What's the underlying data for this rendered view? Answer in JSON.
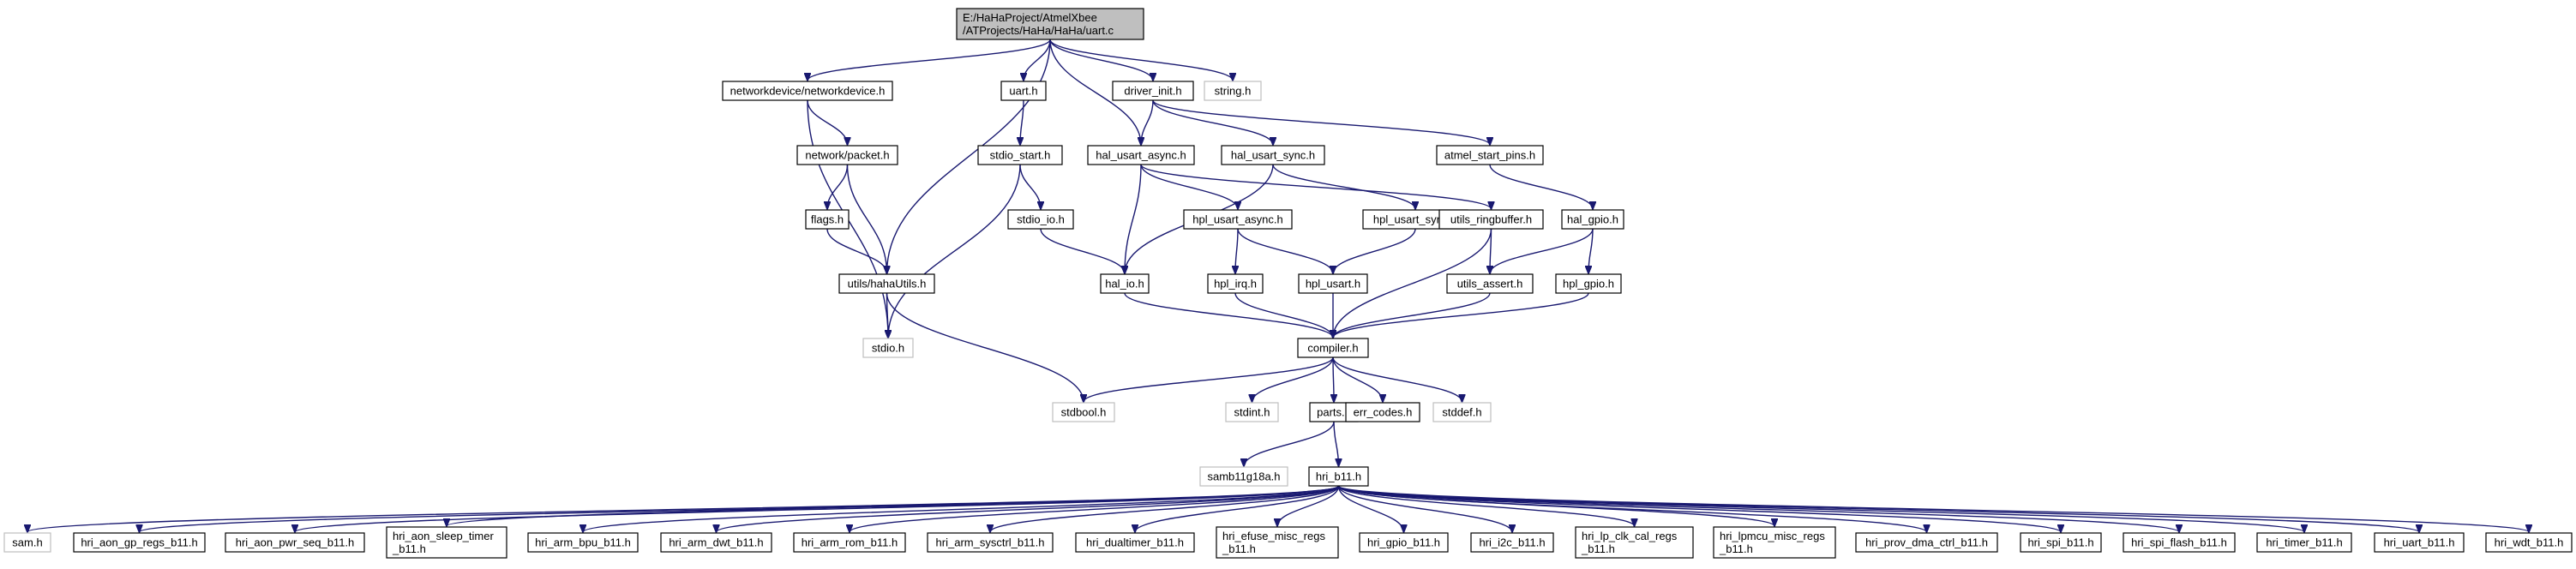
{
  "graph": {
    "nodes": [
      {
        "id": "uart_c",
        "lines": [
          "E:/HaHaProject/AtmelXbee",
          "/ATProjects/HaHa/HaHa/uart.c"
        ],
        "kind": "root"
      },
      {
        "id": "networkdevice_h",
        "lines": [
          "networkdevice/networkdevice.h"
        ],
        "kind": "file"
      },
      {
        "id": "uart_h",
        "lines": [
          "uart.h"
        ],
        "kind": "file"
      },
      {
        "id": "driver_init_h",
        "lines": [
          "driver_init.h"
        ],
        "kind": "file"
      },
      {
        "id": "string_h",
        "lines": [
          "string.h"
        ],
        "kind": "external"
      },
      {
        "id": "packet_h",
        "lines": [
          "network/packet.h"
        ],
        "kind": "file"
      },
      {
        "id": "stdio_start_h",
        "lines": [
          "stdio_start.h"
        ],
        "kind": "file"
      },
      {
        "id": "hal_usart_async_h",
        "lines": [
          "hal_usart_async.h"
        ],
        "kind": "file"
      },
      {
        "id": "hal_usart_sync_h",
        "lines": [
          "hal_usart_sync.h"
        ],
        "kind": "file"
      },
      {
        "id": "atmel_start_pins_h",
        "lines": [
          "atmel_start_pins.h"
        ],
        "kind": "file"
      },
      {
        "id": "flags_h",
        "lines": [
          "flags.h"
        ],
        "kind": "file"
      },
      {
        "id": "stdio_io_h",
        "lines": [
          "stdio_io.h"
        ],
        "kind": "file"
      },
      {
        "id": "hpl_usart_async_h",
        "lines": [
          "hpl_usart_async.h"
        ],
        "kind": "file"
      },
      {
        "id": "hpl_usart_sync_h",
        "lines": [
          "hpl_usart_sync.h"
        ],
        "kind": "file"
      },
      {
        "id": "utils_ringbuffer_h",
        "lines": [
          "utils_ringbuffer.h"
        ],
        "kind": "file"
      },
      {
        "id": "hal_gpio_h",
        "lines": [
          "hal_gpio.h"
        ],
        "kind": "file"
      },
      {
        "id": "hahautils_h",
        "lines": [
          "utils/hahaUtils.h"
        ],
        "kind": "file"
      },
      {
        "id": "hal_io_h",
        "lines": [
          "hal_io.h"
        ],
        "kind": "file"
      },
      {
        "id": "hpl_irq_h",
        "lines": [
          "hpl_irq.h"
        ],
        "kind": "file"
      },
      {
        "id": "hpl_usart_h",
        "lines": [
          "hpl_usart.h"
        ],
        "kind": "file"
      },
      {
        "id": "utils_assert_h",
        "lines": [
          "utils_assert.h"
        ],
        "kind": "file"
      },
      {
        "id": "hpl_gpio_h",
        "lines": [
          "hpl_gpio.h"
        ],
        "kind": "file"
      },
      {
        "id": "stdio_h",
        "lines": [
          "stdio.h"
        ],
        "kind": "external"
      },
      {
        "id": "compiler_h",
        "lines": [
          "compiler.h"
        ],
        "kind": "file"
      },
      {
        "id": "stdbool_h",
        "lines": [
          "stdbool.h"
        ],
        "kind": "external"
      },
      {
        "id": "stdint_h",
        "lines": [
          "stdint.h"
        ],
        "kind": "external"
      },
      {
        "id": "parts_h",
        "lines": [
          "parts.h"
        ],
        "kind": "file"
      },
      {
        "id": "err_codes_h",
        "lines": [
          "err_codes.h"
        ],
        "kind": "file"
      },
      {
        "id": "stddef_h",
        "lines": [
          "stddef.h"
        ],
        "kind": "external"
      },
      {
        "id": "samb11g18a_h",
        "lines": [
          "samb11g18a.h"
        ],
        "kind": "external"
      },
      {
        "id": "hri_b11_h",
        "lines": [
          "hri_b11.h"
        ],
        "kind": "file"
      },
      {
        "id": "sam_h",
        "lines": [
          "sam.h"
        ],
        "kind": "external"
      },
      {
        "id": "hri_aon_gp_regs_b11_h",
        "lines": [
          "hri_aon_gp_regs_b11.h"
        ],
        "kind": "file"
      },
      {
        "id": "hri_aon_pwr_seq_b11_h",
        "lines": [
          "hri_aon_pwr_seq_b11.h"
        ],
        "kind": "file"
      },
      {
        "id": "hri_aon_sleep_timer_b11_h",
        "lines": [
          "hri_aon_sleep_timer",
          "_b11.h"
        ],
        "kind": "file"
      },
      {
        "id": "hri_arm_bpu_b11_h",
        "lines": [
          "hri_arm_bpu_b11.h"
        ],
        "kind": "file"
      },
      {
        "id": "hri_arm_dwt_b11_h",
        "lines": [
          "hri_arm_dwt_b11.h"
        ],
        "kind": "file"
      },
      {
        "id": "hri_arm_rom_b11_h",
        "lines": [
          "hri_arm_rom_b11.h"
        ],
        "kind": "file"
      },
      {
        "id": "hri_arm_sysctrl_b11_h",
        "lines": [
          "hri_arm_sysctrl_b11.h"
        ],
        "kind": "file"
      },
      {
        "id": "hri_dualtimer_b11_h",
        "lines": [
          "hri_dualtimer_b11.h"
        ],
        "kind": "file"
      },
      {
        "id": "hri_efuse_misc_regs_b11_h",
        "lines": [
          "hri_efuse_misc_regs",
          "_b11.h"
        ],
        "kind": "file"
      },
      {
        "id": "hri_gpio_b11_h",
        "lines": [
          "hri_gpio_b11.h"
        ],
        "kind": "file"
      },
      {
        "id": "hri_i2c_b11_h",
        "lines": [
          "hri_i2c_b11.h"
        ],
        "kind": "file"
      },
      {
        "id": "hri_lp_clk_cal_regs_b11_h",
        "lines": [
          "hri_lp_clk_cal_regs",
          "_b11.h"
        ],
        "kind": "file"
      },
      {
        "id": "hri_lpmcu_misc_regs_b11_h",
        "lines": [
          "hri_lpmcu_misc_regs",
          "_b11.h"
        ],
        "kind": "file"
      },
      {
        "id": "hri_prov_dma_ctrl_b11_h",
        "lines": [
          "hri_prov_dma_ctrl_b11.h"
        ],
        "kind": "file"
      },
      {
        "id": "hri_spi_b11_h",
        "lines": [
          "hri_spi_b11.h"
        ],
        "kind": "file"
      },
      {
        "id": "hri_spi_flash_b11_h",
        "lines": [
          "hri_spi_flash_b11.h"
        ],
        "kind": "file"
      },
      {
        "id": "hri_timer_b11_h",
        "lines": [
          "hri_timer_b11.h"
        ],
        "kind": "file"
      },
      {
        "id": "hri_uart_b11_h",
        "lines": [
          "hri_uart_b11.h"
        ],
        "kind": "file"
      },
      {
        "id": "hri_wdt_b11_h",
        "lines": [
          "hri_wdt_b11.h"
        ],
        "kind": "file"
      }
    ],
    "edges": [
      [
        "uart_c",
        "networkdevice_h"
      ],
      [
        "uart_c",
        "uart_h"
      ],
      [
        "uart_c",
        "driver_init_h"
      ],
      [
        "uart_c",
        "string_h"
      ],
      [
        "uart_c",
        "hahautils_h"
      ],
      [
        "uart_c",
        "hal_usart_async_h"
      ],
      [
        "networkdevice_h",
        "packet_h"
      ],
      [
        "networkdevice_h",
        "stdio_h"
      ],
      [
        "packet_h",
        "flags_h"
      ],
      [
        "packet_h",
        "hahautils_h"
      ],
      [
        "flags_h",
        "hahautils_h"
      ],
      [
        "hahautils_h",
        "stdio_h"
      ],
      [
        "hahautils_h",
        "stdbool_h"
      ],
      [
        "uart_h",
        "stdio_start_h"
      ],
      [
        "stdio_start_h",
        "stdio_io_h"
      ],
      [
        "stdio_start_h",
        "stdio_h"
      ],
      [
        "stdio_io_h",
        "hal_io_h"
      ],
      [
        "driver_init_h",
        "hal_usart_async_h"
      ],
      [
        "driver_init_h",
        "hal_usart_sync_h"
      ],
      [
        "driver_init_h",
        "atmel_start_pins_h"
      ],
      [
        "hal_usart_async_h",
        "hal_io_h"
      ],
      [
        "hal_usart_async_h",
        "hpl_usart_async_h"
      ],
      [
        "hal_usart_async_h",
        "utils_ringbuffer_h"
      ],
      [
        "hal_usart_sync_h",
        "hal_io_h"
      ],
      [
        "hal_usart_sync_h",
        "hpl_usart_sync_h"
      ],
      [
        "atmel_start_pins_h",
        "hal_gpio_h"
      ],
      [
        "hpl_usart_async_h",
        "hpl_irq_h"
      ],
      [
        "hpl_usart_async_h",
        "hpl_usart_h"
      ],
      [
        "hpl_usart_sync_h",
        "hpl_usart_h"
      ],
      [
        "utils_ringbuffer_h",
        "compiler_h"
      ],
      [
        "utils_ringbuffer_h",
        "utils_assert_h"
      ],
      [
        "hal_gpio_h",
        "utils_assert_h"
      ],
      [
        "hal_gpio_h",
        "hpl_gpio_h"
      ],
      [
        "hal_io_h",
        "compiler_h"
      ],
      [
        "hpl_irq_h",
        "compiler_h"
      ],
      [
        "hpl_usart_h",
        "compiler_h"
      ],
      [
        "utils_assert_h",
        "compiler_h"
      ],
      [
        "hpl_gpio_h",
        "compiler_h"
      ],
      [
        "compiler_h",
        "stdbool_h"
      ],
      [
        "compiler_h",
        "stdint_h"
      ],
      [
        "compiler_h",
        "parts_h"
      ],
      [
        "compiler_h",
        "err_codes_h"
      ],
      [
        "compiler_h",
        "stddef_h"
      ],
      [
        "parts_h",
        "samb11g18a_h"
      ],
      [
        "parts_h",
        "hri_b11_h"
      ],
      [
        "hri_b11_h",
        "sam_h"
      ],
      [
        "hri_b11_h",
        "hri_aon_gp_regs_b11_h"
      ],
      [
        "hri_b11_h",
        "hri_aon_pwr_seq_b11_h"
      ],
      [
        "hri_b11_h",
        "hri_aon_sleep_timer_b11_h"
      ],
      [
        "hri_b11_h",
        "hri_arm_bpu_b11_h"
      ],
      [
        "hri_b11_h",
        "hri_arm_dwt_b11_h"
      ],
      [
        "hri_b11_h",
        "hri_arm_rom_b11_h"
      ],
      [
        "hri_b11_h",
        "hri_arm_sysctrl_b11_h"
      ],
      [
        "hri_b11_h",
        "hri_dualtimer_b11_h"
      ],
      [
        "hri_b11_h",
        "hri_efuse_misc_regs_b11_h"
      ],
      [
        "hri_b11_h",
        "hri_gpio_b11_h"
      ],
      [
        "hri_b11_h",
        "hri_i2c_b11_h"
      ],
      [
        "hri_b11_h",
        "hri_lp_clk_cal_regs_b11_h"
      ],
      [
        "hri_b11_h",
        "hri_lpmcu_misc_regs_b11_h"
      ],
      [
        "hri_b11_h",
        "hri_prov_dma_ctrl_b11_h"
      ],
      [
        "hri_b11_h",
        "hri_spi_b11_h"
      ],
      [
        "hri_b11_h",
        "hri_spi_flash_b11_h"
      ],
      [
        "hri_b11_h",
        "hri_timer_b11_h"
      ],
      [
        "hri_b11_h",
        "hri_uart_b11_h"
      ],
      [
        "hri_b11_h",
        "hri_wdt_b11_h"
      ]
    ],
    "colors": {
      "edge": "#191970",
      "node_border": "#000000",
      "external_border": "#bfbfbf",
      "root_fill": "#bfbfbf",
      "background": "#ffffff"
    }
  }
}
